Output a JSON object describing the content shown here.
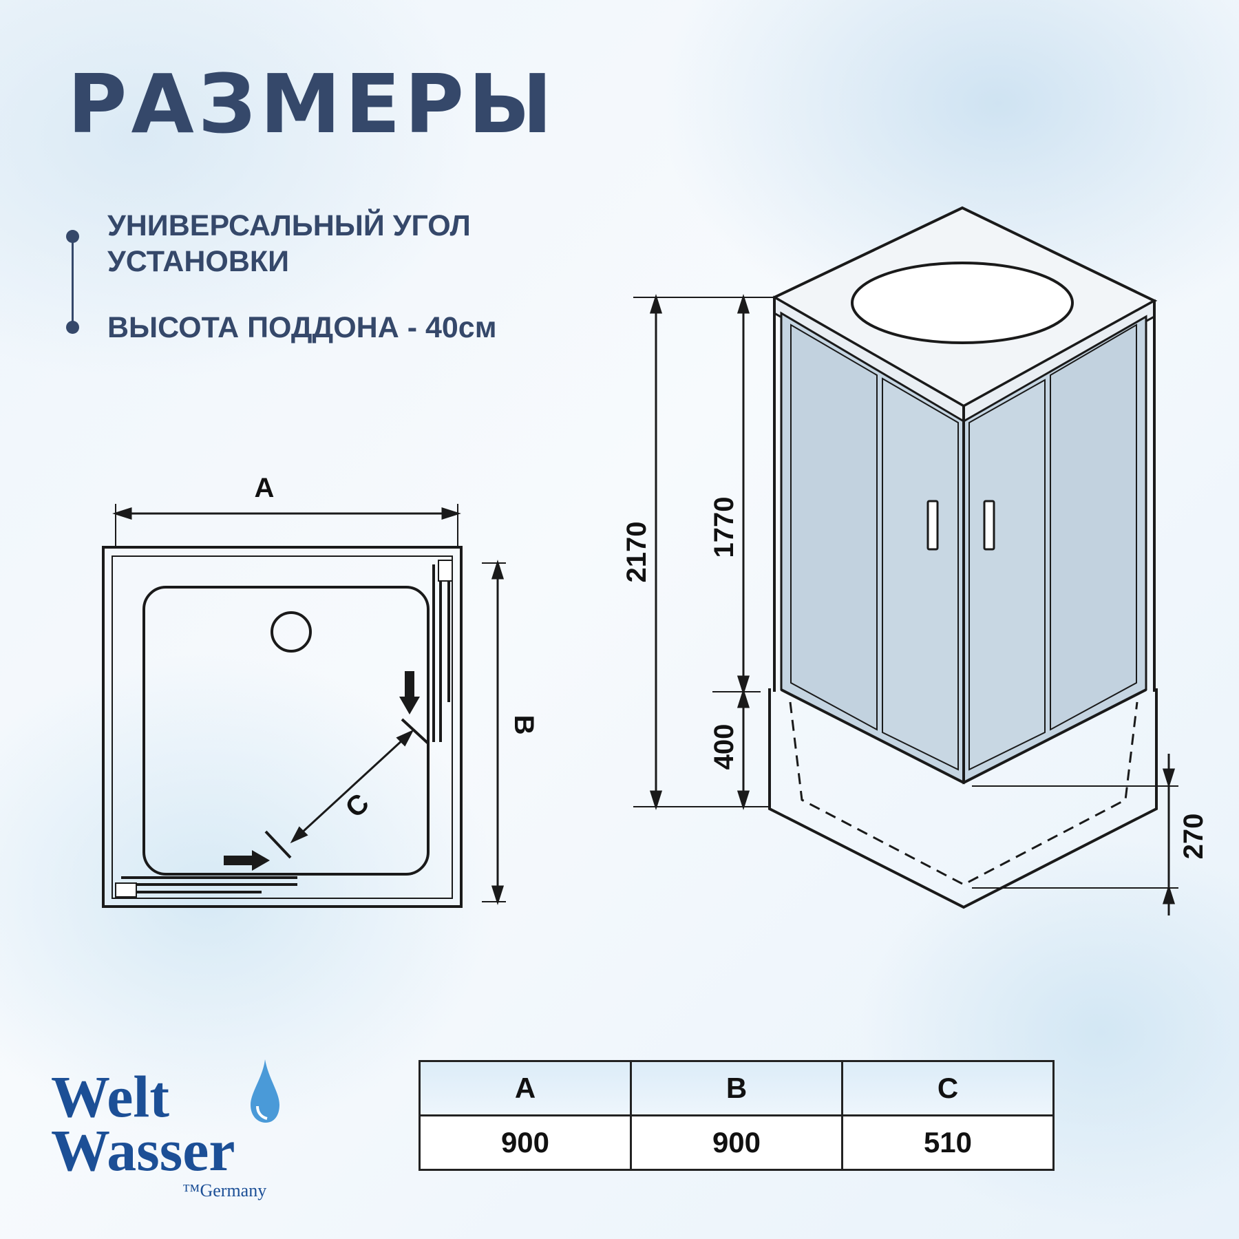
{
  "header": {
    "title": "РАЗМЕРЫ"
  },
  "features": [
    {
      "text_line1": "УНИВЕРСАЛЬНЫЙ УГОЛ",
      "text_line2": "УСТАНОВКИ"
    },
    {
      "text_line1": "ВЫСОТА ПОДДОНА - 40см"
    }
  ],
  "plan_view": {
    "label_a": "A",
    "label_b": "B",
    "label_c": "C"
  },
  "elevation_view": {
    "total_height": "2170",
    "cabin_height": "1770",
    "tray_height": "400",
    "offset_height": "270"
  },
  "dimensions_table": {
    "headers": [
      "A",
      "B",
      "C"
    ],
    "values": [
      "900",
      "900",
      "510"
    ]
  },
  "brand": {
    "word1": "Welt",
    "word2": "Wasser",
    "tagline": "™Germany",
    "color": "#1c4f96",
    "drop_color": "#4a9ad8"
  },
  "colors": {
    "title": "#35486a",
    "glass": "#c5d5e2",
    "lines": "#1a1a1a"
  }
}
